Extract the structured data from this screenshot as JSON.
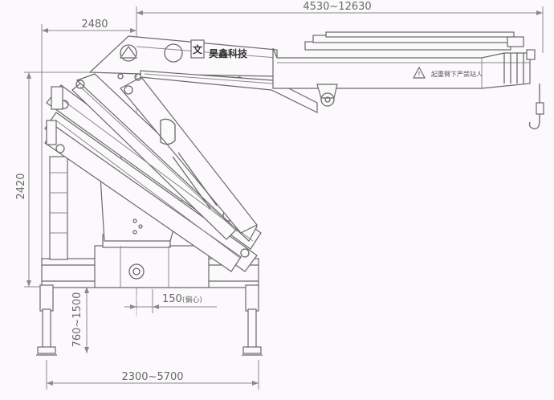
{
  "dimensions": {
    "slew_to_boom_tip": "4530~12630",
    "column_to_hinge": "2480",
    "overall_height": "2420",
    "offset": "150",
    "offset_note": "(偏心)",
    "leg_stroke": "760~1500",
    "outrigger_span": "2300~5700"
  },
  "labels": {
    "brand": "昊鑫科技",
    "warning": "起重臂下严禁站人"
  },
  "colors": {
    "line": "#6a6a6a",
    "background": "#fbf9fb"
  }
}
